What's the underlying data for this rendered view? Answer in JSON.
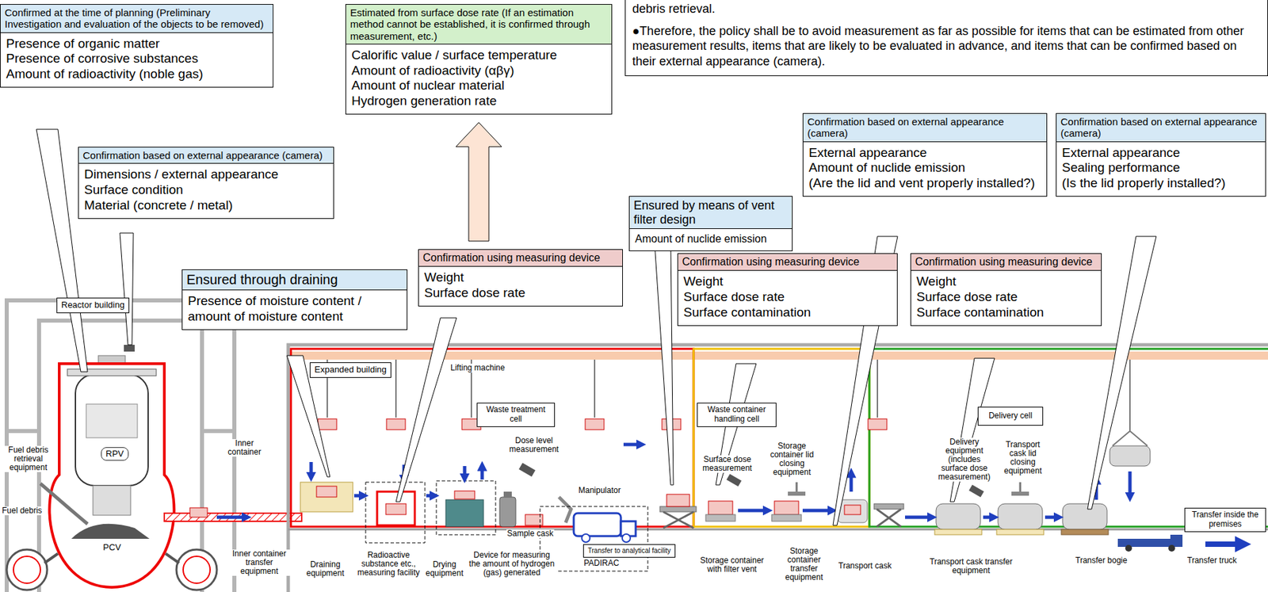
{
  "diagram": {
    "nodes": [
      {
        "text": [
          "Confirmed at the time of planning (Preliminary Investigation and evaluation of the objects to be removed)",
          "Presence of organic matter",
          "Presence of corrosive substances",
          "Amount of radioactivity (noble gas)"
        ]
      },
      {
        "text": [
          "Confirmation based on external appearance (camera)",
          "Dimensions / external appearance",
          "Surface condition",
          "Material (concrete / metal)"
        ]
      },
      {
        "text": [
          "Estimated from surface dose rate (If an estimation method cannot be established, it is confirmed through measurement, etc.)",
          "Calorific value / surface temperature",
          "Amount of radioactivity (αβγ)",
          "Amount of nuclear material",
          "Hydrogen generation rate"
        ]
      },
      {
        "text": [
          "debris retrieval.",
          "●Therefore, the policy shall be to avoid measurement as far as possible for items that can be estimated from other measurement results, items that are likely to be evaluated in advance, and items that can be confirmed based on their external appearance (camera)."
        ]
      },
      {
        "text": [
          "Confirmation based on external appearance (camera)",
          "External appearance",
          "Amount of nuclide emission",
          "(Are the lid and vent properly installed?)"
        ]
      },
      {
        "text": [
          "Confirmation based on external appearance (camera)",
          "External appearance",
          "Sealing performance",
          "(Is the lid properly installed?)"
        ]
      },
      {
        "text": [
          "Ensured by means of vent filter design",
          "Amount of nuclide emission"
        ]
      },
      {
        "text": [
          "Ensured through draining",
          "Presence of moisture content / amount of moisture content"
        ]
      },
      {
        "text": [
          "Confirmation using measuring device",
          "Weight",
          "Surface dose rate"
        ]
      },
      {
        "text": [
          "Confirmation using measuring device",
          "Weight",
          "Surface dose rate",
          "Surface contamination"
        ]
      },
      {
        "text": [
          "Confirmation using measuring device",
          "Weight",
          "Surface dose rate",
          "Surface contamination"
        ]
      },
      {
        "text": [
          "Reactor building"
        ]
      },
      {
        "text": [
          "Expanded building"
        ]
      },
      {
        "text": [
          "Waste treatment cell"
        ]
      },
      {
        "text": [
          "Waste container handling cell"
        ]
      },
      {
        "text": [
          "Delivery cell"
        ]
      },
      {
        "text": [
          "Transfer inside the premises"
        ]
      },
      {
        "text": [
          "Transfer to analytical facility"
        ]
      }
    ],
    "edges": [
      {
        "from": 8,
        "to": 2,
        "arrow": "to"
      }
    ],
    "labels": [
      "Lifting machine",
      "Fuel debris retrieval equipment",
      "RPV",
      "Inner container",
      "Fuel debris",
      "PCV",
      "Inner container transfer equipment",
      "Draining equipment",
      "Radioactive substance etc., measuring facility",
      "Drying equipment",
      "Device for measuring the amount of hydrogen (gas) generated",
      "Dose level measurement",
      "Manipulator",
      "Sample cask",
      "PADIRAC",
      "Surface dose measurement",
      "Storage container lid closing equipment",
      "Storage container with filter vent",
      "Storage container transfer equipment",
      "Transport cask",
      "Delivery equipment (includes surface dose measurement)",
      "Transport cask lid closing equipment",
      "Transport cask transfer equipment",
      "Transfer bogie",
      "Transfer truck"
    ]
  }
}
